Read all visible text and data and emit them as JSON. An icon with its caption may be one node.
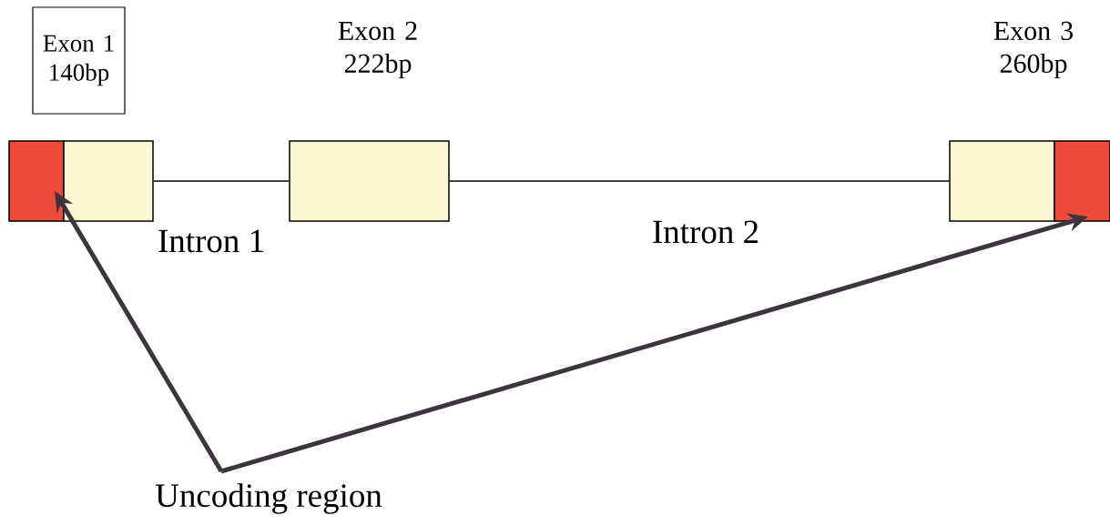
{
  "diagram": {
    "nodes": [
      {
        "text": [
          "Exon 1 140bp"
        ]
      },
      {
        "text": [],
        "shape": "box"
      },
      {
        "text": [],
        "shape": "box"
      },
      {
        "text": [
          "Exon 2 222bp"
        ]
      },
      {
        "text": [
          "Exon 3 260bp"
        ]
      },
      {
        "text": [],
        "shape": "box"
      },
      {
        "text": [
          "Uncoding region"
        ]
      }
    ],
    "edges": [
      {
        "from": 2,
        "to": 3,
        "arrow": "none",
        "label": "Intron 1"
      },
      {
        "from": 3,
        "to": 4,
        "arrow": "none",
        "label": "Intron 2"
      },
      {
        "from": 6,
        "to": 1,
        "arrow": "to",
        "style": "thick",
        "color": "#3d3440"
      },
      {
        "from": 6,
        "to": 5,
        "arrow": "to",
        "style": "thick",
        "color": "#3d3440"
      }
    ]
  }
}
